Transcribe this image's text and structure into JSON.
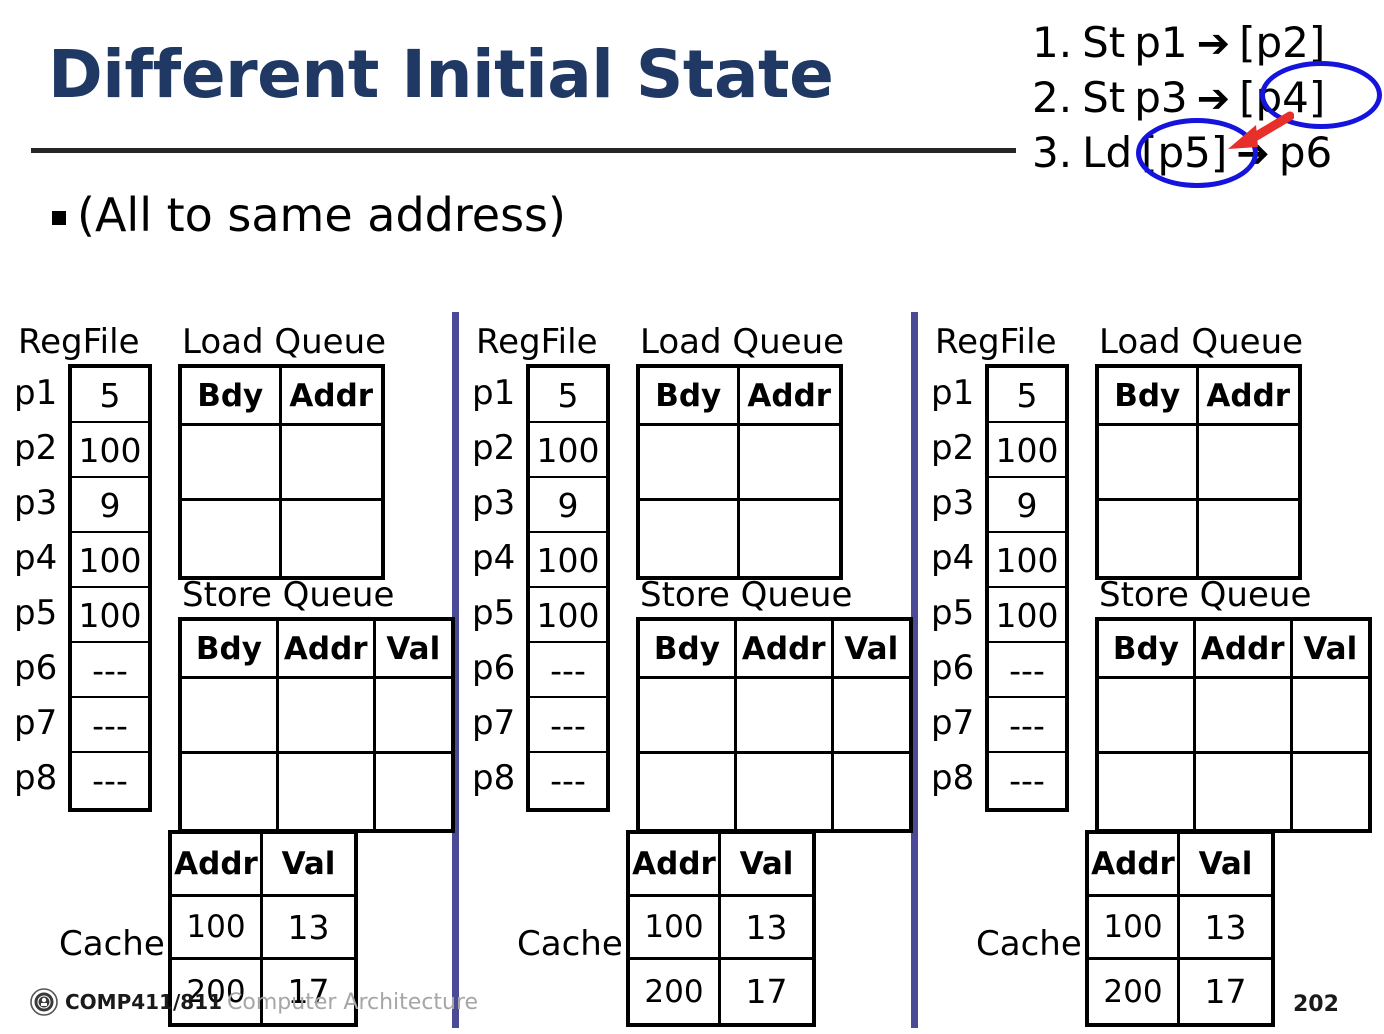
{
  "slide": {
    "title": "Different Initial State",
    "bullet": "(All to same address)",
    "page_number": "202"
  },
  "instructions": [
    {
      "num": "1.",
      "op": "St",
      "src": "p1",
      "arrow": "➔",
      "dst": "[p2]",
      "circled": false
    },
    {
      "num": "2.",
      "op": "St",
      "src": "p3",
      "arrow": "➔",
      "dst": "[p4]",
      "circled": true
    },
    {
      "num": "3.",
      "op": "Ld",
      "src": "[p5]",
      "arrow": "➔",
      "dst": "p6",
      "circled": true
    }
  ],
  "annotations": {
    "ellipse_color": "#1414DC",
    "arrow_color": "#E8302A",
    "arrow_name": "red-arrow-p4-to-p5"
  },
  "colors": {
    "title": "#1F3864",
    "rule": "#262626",
    "divider": "#4A4A96",
    "footer_gray": "#A6A6A6"
  },
  "captions": {
    "regfile": "RegFile",
    "load_queue": "Load Queue",
    "store_queue": "Store Queue",
    "cache": "Cache"
  },
  "regfile": {
    "labels": [
      "p1",
      "p2",
      "p3",
      "p4",
      "p5",
      "p6",
      "p7",
      "p8"
    ],
    "values": [
      "5",
      "100",
      "9",
      "100",
      "100",
      "---",
      "---",
      "---"
    ]
  },
  "load_queue": {
    "headers": [
      "Bdy",
      "Addr"
    ],
    "rows": [
      [
        "",
        ""
      ],
      [
        "",
        ""
      ]
    ]
  },
  "store_queue": {
    "headers": [
      "Bdy",
      "Addr",
      "Val"
    ],
    "rows": [
      [
        "",
        "",
        ""
      ],
      [
        "",
        "",
        ""
      ]
    ]
  },
  "cache": {
    "headers": [
      "Addr",
      "Val"
    ],
    "rows": [
      [
        "100",
        "13"
      ],
      [
        "200",
        "17"
      ]
    ]
  },
  "panels": [
    {
      "id": "panel-1"
    },
    {
      "id": "panel-2"
    },
    {
      "id": "panel-3"
    }
  ],
  "footer": {
    "course": "COMP411/811",
    "subject": "Computer Architecture",
    "seal": "unc-seal-icon"
  }
}
